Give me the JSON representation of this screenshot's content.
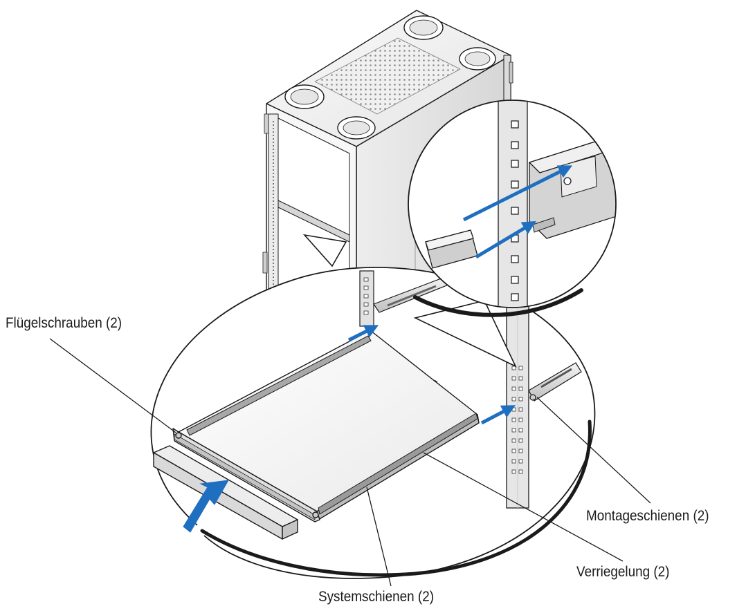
{
  "diagram": {
    "callouts": {
      "thumbscrews": "Flügelschrauben (2)",
      "mounting_rails": "Montageschienen (2)",
      "latch": "Verriegelung (2)",
      "system_rails": "Systemschienen (2)"
    },
    "colors": {
      "line": "#1a1a1a",
      "arrow_blue": "#1e6fc0",
      "metal_light": "#f2f2f2",
      "metal_mid": "#d9d9d9",
      "metal_dark": "#9a9a9a"
    }
  }
}
